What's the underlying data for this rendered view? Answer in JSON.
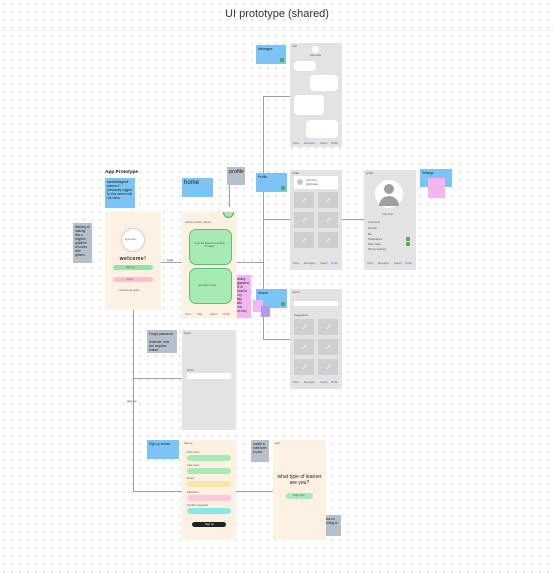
{
  "board": {
    "title": "UI prototype (shared)"
  },
  "notes": {
    "app_prototype_title": "App Prototype",
    "app_prototype_body": "sfsdfsdfdsgfsdf screen  If previously logged in, this screen will not show",
    "left_note": "thinking of making this a brighter gradient of colors with greens",
    "home": "home",
    "profile": "profile",
    "messages": "Messages",
    "profile_tag": "Profile",
    "search_tag": "Search",
    "settings": "Settings",
    "pink_note": "possibly suggested amt of upload to do by today (hello world, from me)",
    "forgot_password": "Forgot password",
    "forgot_password_note": "reminder: new pw/ requires restart",
    "sign_up_screen": "Sign up screen",
    "quiz_note": "create a note/form to pick",
    "bottom_note": "add graphics on sides according to theme"
  },
  "flow_labels": {
    "login": "login",
    "sign_up": "sign up"
  },
  "welcome_screen": {
    "logo": "logo here",
    "heading": "welcome!",
    "sign_up": "sign up",
    "log_in": "log in",
    "guest": "continue as guest"
  },
  "home_screen": {
    "greeting": "welcome back, (name)",
    "card1": "to-do list (based on priority of tasks)",
    "card2": "pomodoro timer",
    "nav": [
      "Home",
      "Chat",
      "Search",
      "Profile"
    ]
  },
  "messages_screen": {
    "label": "chat",
    "name": "Jane Doe"
  },
  "profile_screen": {
    "label": "profile",
    "name": "John Doe",
    "sub": "@johndoe"
  },
  "detail_screen": {
    "label": "profile",
    "name": "John Doe",
    "fields": [
      "Username",
      "Friends",
      "Bio",
      "Notifications",
      "Dark mode",
      "Privacy settings"
    ]
  },
  "search_screen": {
    "label": "search",
    "heading": "Suggestions"
  },
  "forgot_screen": {
    "label": "forgot",
    "field": "Email"
  },
  "signup_screen": {
    "label": "sign up",
    "fields": [
      "First name",
      "Last name",
      "Email",
      "Password",
      "Confirm password"
    ],
    "submit": "Sign up"
  },
  "quiz_screen": {
    "label": "quiz",
    "question": "what type of learner are you?",
    "button": "begin quiz"
  },
  "bottom_nav": [
    "Home",
    "Messages",
    "Search",
    "Profile"
  ]
}
